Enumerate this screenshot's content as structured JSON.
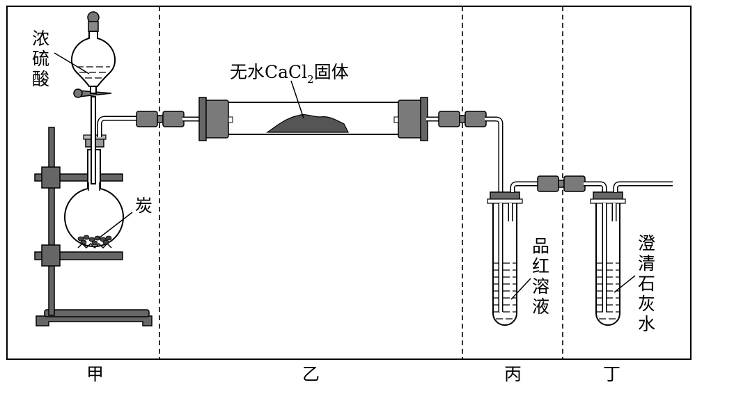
{
  "labels": {
    "acid": "浓硫酸",
    "carbon": "炭",
    "drying_agent_prefix": "无水CaCl",
    "drying_agent_sub": "2",
    "drying_agent_suffix": "固体",
    "dye_solution": "品红溶液",
    "limewater": "澄清石灰水"
  },
  "sections": [
    "甲",
    "乙",
    "丙",
    "丁"
  ]
}
